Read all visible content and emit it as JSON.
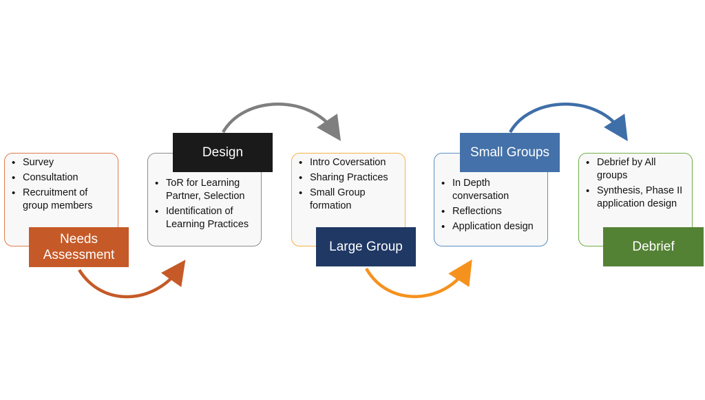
{
  "stages": [
    {
      "label": "Needs Assessment",
      "color": "#c55a28",
      "items": [
        "Survey",
        "Consultation",
        "Recruitment of group members"
      ]
    },
    {
      "label": "Design",
      "color": "#1a1a1a",
      "items": [
        "ToR for Learning Partner, Selection",
        "Identification of Learning Practices"
      ]
    },
    {
      "label": "Large Group",
      "color": "#1f3864",
      "items": [
        "Intro Coversation",
        "Sharing Practices",
        "Small Group formation"
      ]
    },
    {
      "label": "Small Groups",
      "color": "#4471a9",
      "items": [
        "In Depth conversation",
        "Reflections",
        "Application design"
      ]
    },
    {
      "label": "Debrief",
      "color": "#548235",
      "items": [
        "Debrief by All groups",
        "Synthesis, Phase II application design"
      ]
    }
  ],
  "colors": {
    "card_border_needs": "#e07a4a",
    "card_border_design": "#8c8c8c",
    "card_border_large": "#f5b342",
    "card_border_small": "#5b8cc6",
    "card_border_debrief": "#70ad47",
    "arrow_needs": "#c55a28",
    "arrow_design": "#7f7f7f",
    "arrow_large": "#f5921e",
    "arrow_small": "#3f6fa8"
  }
}
